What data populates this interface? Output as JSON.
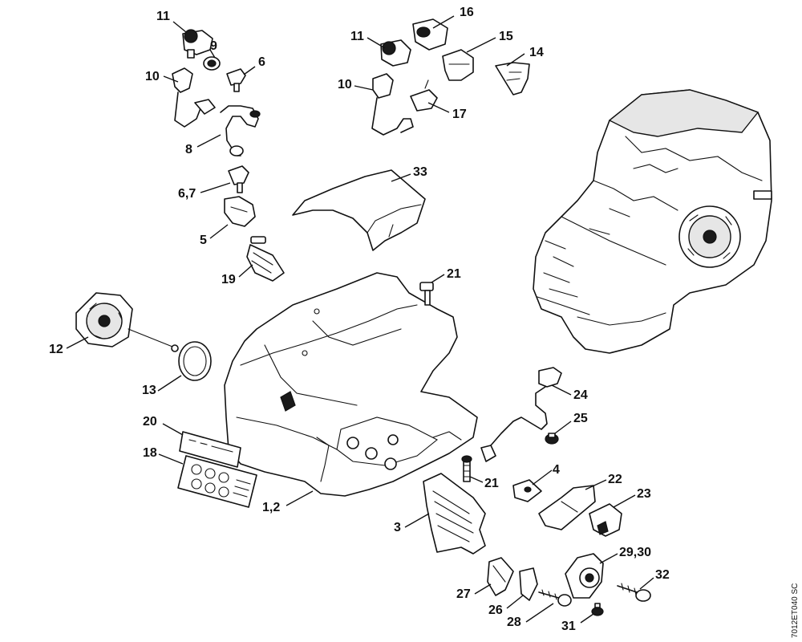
{
  "callouts": {
    "c11a": "11",
    "c9": "9",
    "c6": "6",
    "c10a": "10",
    "c8": "8",
    "c67": "6,7",
    "c5": "5",
    "c19": "19",
    "c16": "16",
    "c11b": "11",
    "c15": "15",
    "c14": "14",
    "c10b": "10",
    "c17": "17",
    "c33": "33",
    "c21a": "21",
    "c12": "12",
    "c13": "13",
    "c24": "24",
    "c25": "25",
    "c20": "20",
    "c18": "18",
    "c4": "4",
    "c22": "22",
    "c21b": "21",
    "c23": "23",
    "c12b": "1,2",
    "c3": "3",
    "c2930": "29,30",
    "c32": "32",
    "c27": "27",
    "c26": "26",
    "c28": "28",
    "c31": "31"
  },
  "diagram_code": "7012ET040 SC"
}
